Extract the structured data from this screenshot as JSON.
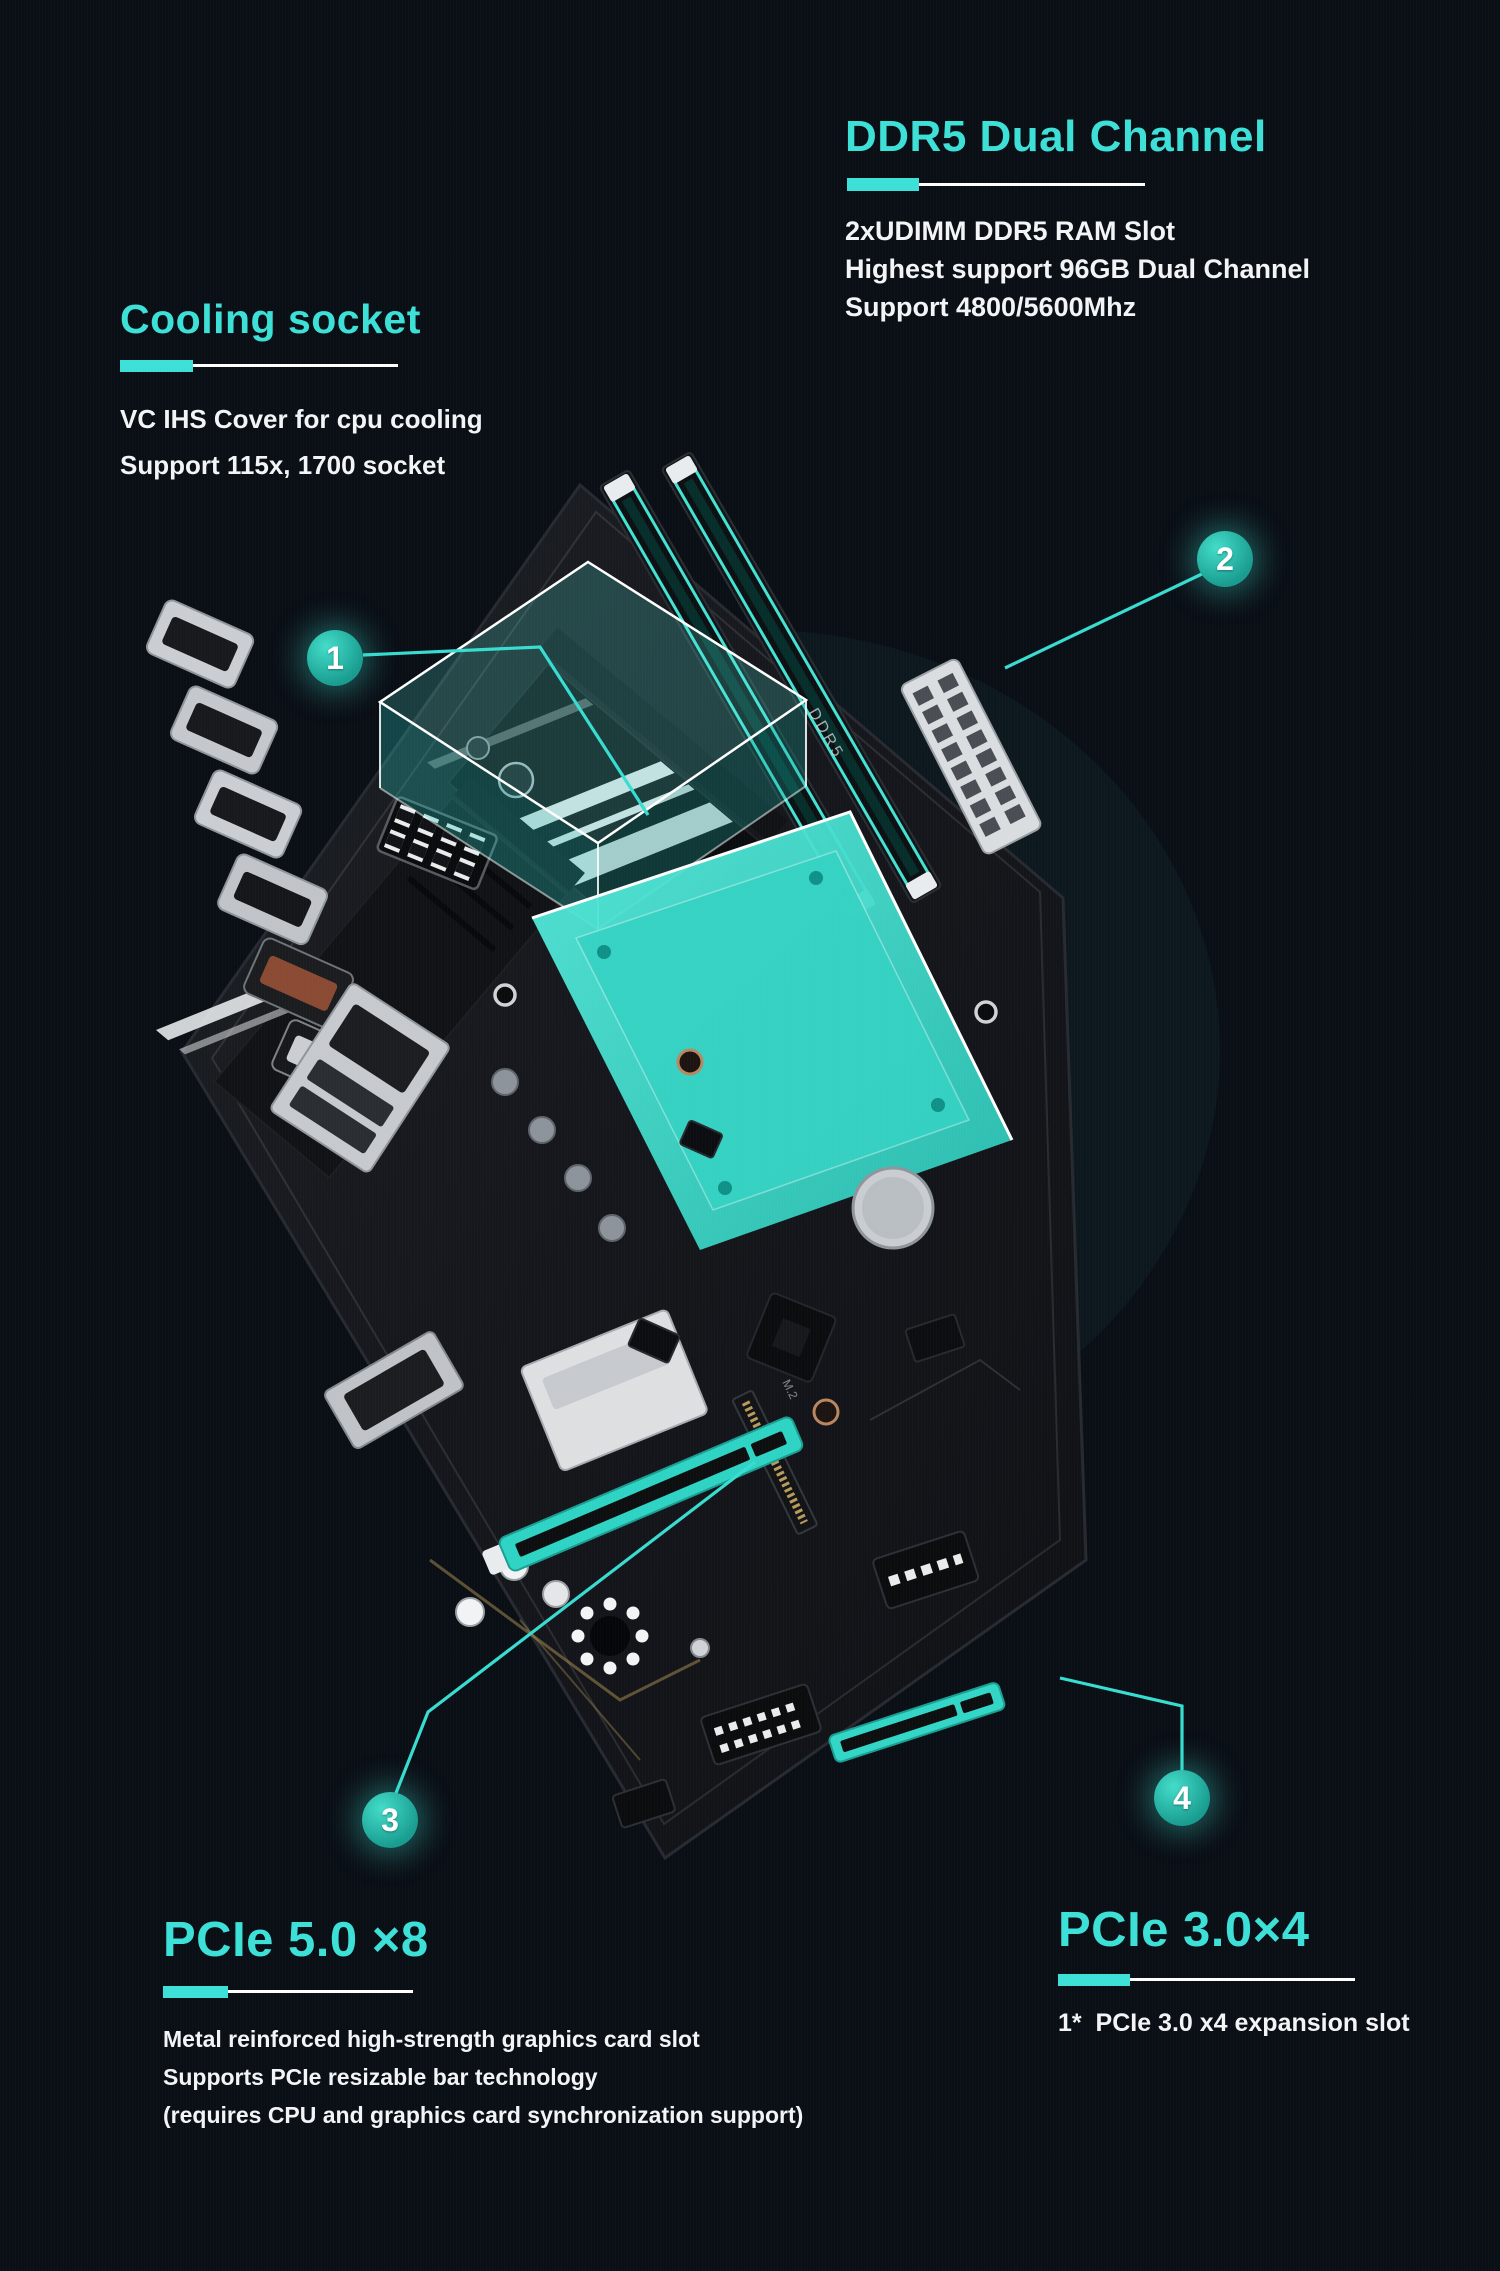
{
  "page": {
    "colors": {
      "background": "#0a0e15",
      "accent_cyan": "#3ce0d6",
      "rule_white": "#ffffff",
      "board_teal": "#35d8c9"
    }
  },
  "sections": {
    "ram": {
      "title": "DDR5 Dual Channel",
      "lines": [
        "2xUDIMM DDR5 RAM Slot",
        "Highest support 96GB Dual Channel",
        "Support 4800/5600Mhz"
      ]
    },
    "cooling": {
      "title": "Cooling socket",
      "lines": [
        "VC IHS Cover for cpu cooling",
        "Support 115x, 1700 socket"
      ]
    },
    "pcie5": {
      "title": "PCIe 5.0 ×8",
      "lines": [
        "Metal reinforced high-strength graphics card slot",
        "Supports PCIe resizable bar technology",
        "(requires CPU and graphics card synchronization support)"
      ]
    },
    "pcie3": {
      "title": "PCIe 3.0×4",
      "lines": [
        "1*  PCIe 3.0 x4 expansion slot"
      ]
    }
  },
  "callouts": {
    "c1": "1",
    "c2": "2",
    "c3": "3",
    "c4": "4"
  },
  "board": {
    "silkscreen_ram": "DDR5",
    "silkscreen_m2": "M.2"
  }
}
